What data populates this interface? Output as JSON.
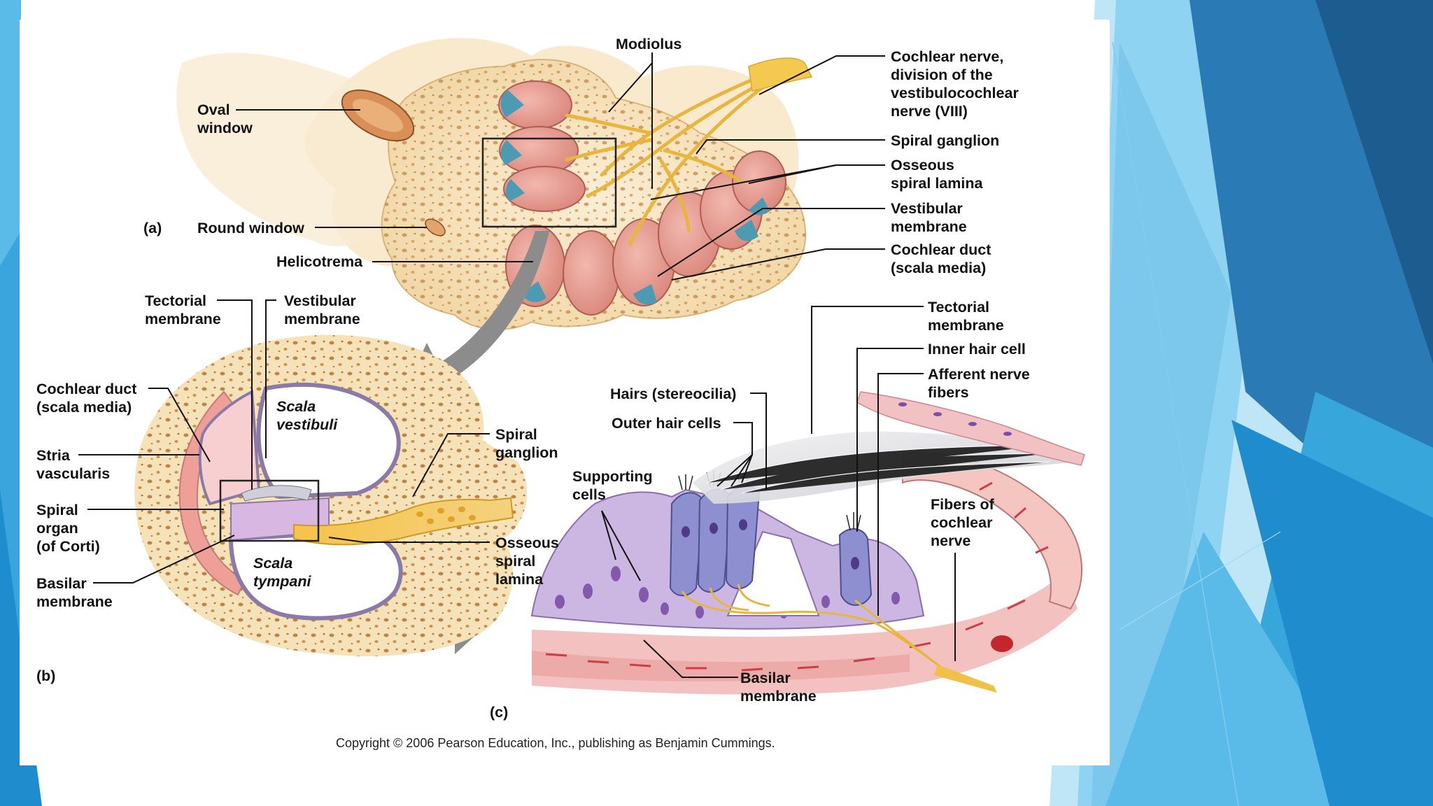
{
  "slide": {
    "accent_colors": [
      "#1f5f93",
      "#2a86c4",
      "#5bbbe8",
      "#a8dcf3"
    ]
  },
  "figure": {
    "panel_a": {
      "tag": "(a)",
      "labels": {
        "modiolus": "Modiolus",
        "cochlear_nerve": [
          "Cochlear nerve,",
          "division of the",
          "vestibulocochlear",
          "nerve (VIII)"
        ],
        "oval_window": [
          "Oval",
          "window"
        ],
        "spiral_ganglion": "Spiral ganglion",
        "osseous_spiral_lamina": [
          "Osseous",
          "spiral lamina"
        ],
        "round_window": "Round window",
        "vestibular_membrane": [
          "Vestibular",
          "membrane"
        ],
        "helicotrema": "Helicotrema",
        "cochlear_duct": [
          "Cochlear duct",
          "(scala media)"
        ]
      }
    },
    "panel_b": {
      "tag": "(b)",
      "labels": {
        "tectorial_membrane": [
          "Tectorial",
          "membrane"
        ],
        "vestibular_membrane": [
          "Vestibular",
          "membrane"
        ],
        "cochlear_duct": [
          "Cochlear duct",
          "(scala media)"
        ],
        "scala_vestibuli": [
          "Scala",
          "vestibuli"
        ],
        "stria_vascularis": [
          "Stria",
          "vascularis"
        ],
        "spiral_ganglion": [
          "Spiral",
          "ganglion"
        ],
        "spiral_organ": [
          "Spiral",
          "organ",
          "(of Corti)"
        ],
        "osseous_spiral_lamina": [
          "Osseous",
          "spiral",
          "lamina"
        ],
        "basilar_membrane": [
          "Basilar",
          "membrane"
        ],
        "scala_tympani": [
          "Scala",
          "tympani"
        ]
      }
    },
    "panel_c": {
      "tag": "(c)",
      "labels": {
        "tectorial_membrane": [
          "Tectorial",
          "membrane"
        ],
        "inner_hair_cell": "Inner hair cell",
        "afferent_nerve_fibers": [
          "Afferent nerve",
          "fibers"
        ],
        "hairs": "Hairs (stereocilia)",
        "outer_hair_cells": "Outer hair cells",
        "supporting_cells": [
          "Supporting",
          "cells"
        ],
        "fibers_cochlear_nerve": [
          "Fibers of",
          "cochlear",
          "nerve"
        ],
        "basilar_membrane": [
          "Basilar",
          "membrane"
        ]
      }
    },
    "copyright": "Copyright © 2006 Pearson Education, Inc., publishing as Benjamin Cummings."
  }
}
